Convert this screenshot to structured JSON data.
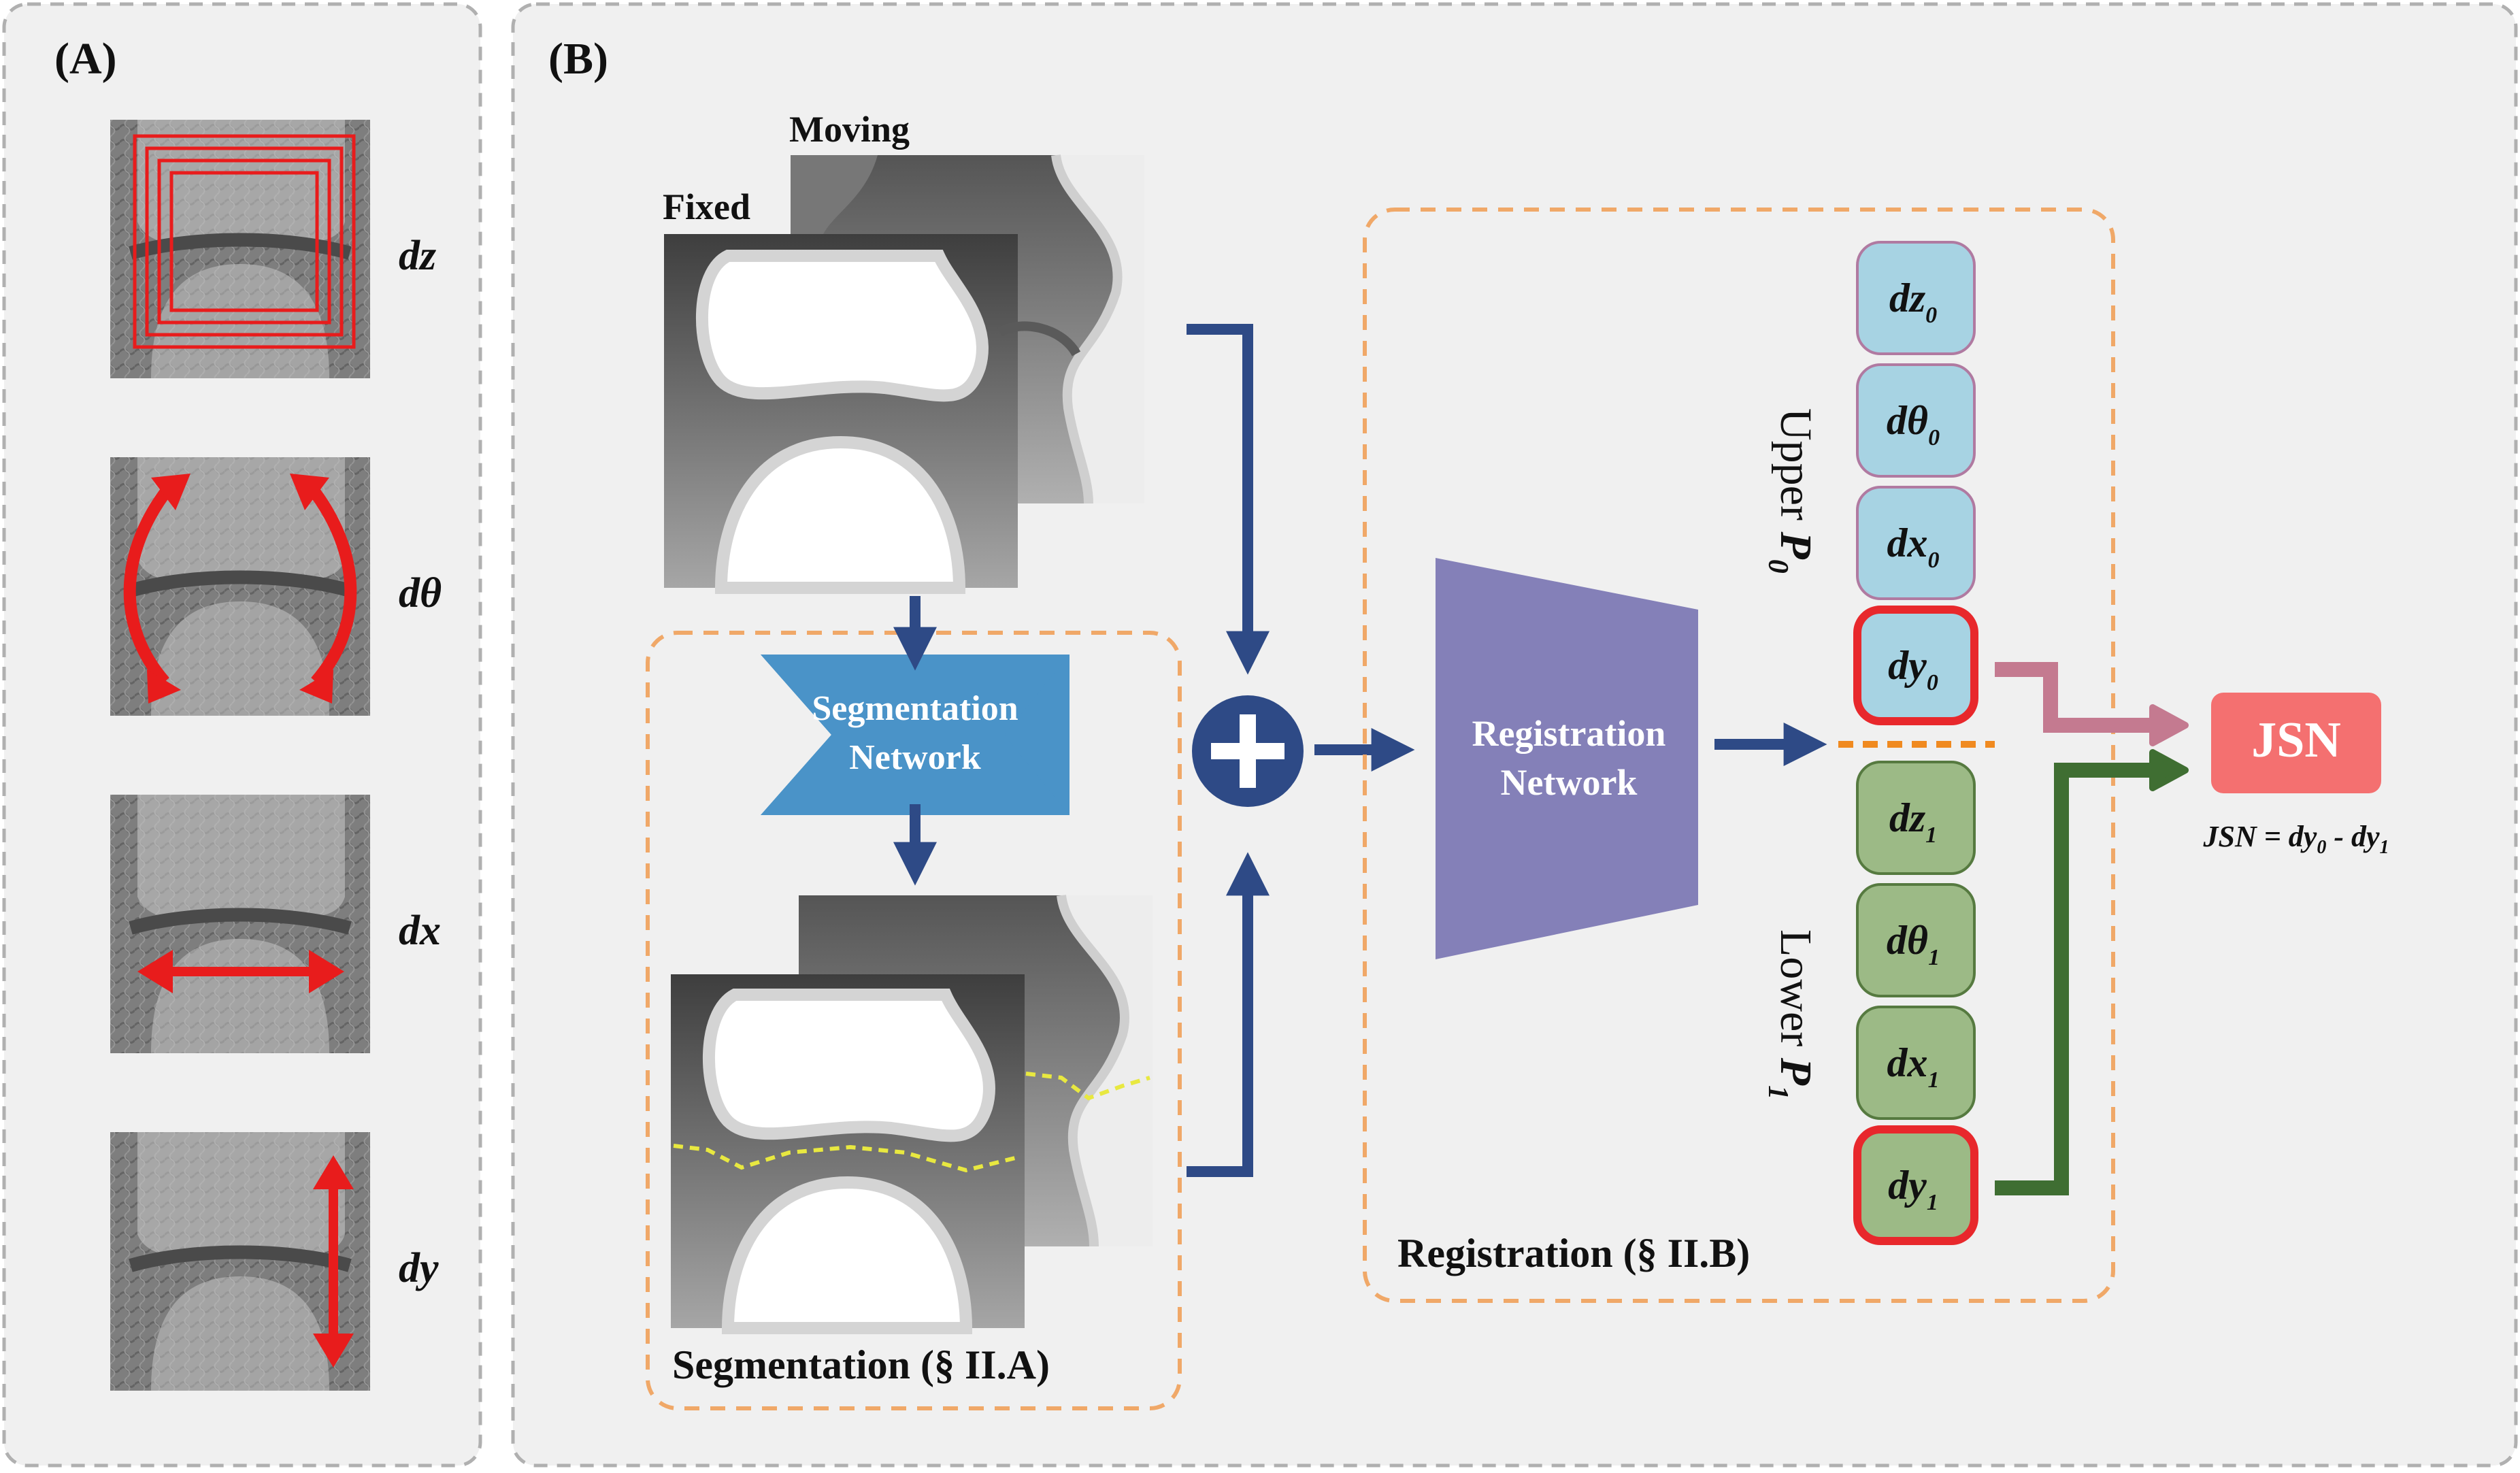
{
  "panel_a": {
    "label": "(A)",
    "params": [
      {
        "label": "dz",
        "icon": "nested-boxes"
      },
      {
        "label": "dθ",
        "icon": "curved-arrows"
      },
      {
        "label": "dx",
        "icon": "horizontal-arrow"
      },
      {
        "label": "dy",
        "icon": "vertical-arrow"
      }
    ]
  },
  "panel_b": {
    "label": "(B)",
    "moving_label": "Moving",
    "fixed_label": "Fixed",
    "segmentation_net": {
      "line1": "Segmentation",
      "line2": "Network"
    },
    "registration_net": {
      "line1": "Registration",
      "line2": "Network"
    },
    "segmentation_caption": "Segmentation (§ II.A)",
    "registration_caption": "Registration  (§ II.B)",
    "upper": {
      "word": "Upper",
      "sym": "P",
      "sub": "0"
    },
    "lower": {
      "word": "Lower",
      "sym": "P",
      "sub": "1"
    },
    "upper_params": [
      {
        "base": "dz",
        "sub": "0"
      },
      {
        "base": "dθ",
        "sub": "0"
      },
      {
        "base": "dx",
        "sub": "0"
      },
      {
        "base": "dy",
        "sub": "0",
        "highlight": true
      }
    ],
    "lower_params": [
      {
        "base": "dz",
        "sub": "1"
      },
      {
        "base": "dθ",
        "sub": "1"
      },
      {
        "base": "dx",
        "sub": "1"
      },
      {
        "base": "dy",
        "sub": "1",
        "highlight": true
      }
    ],
    "jsn": {
      "label": "JSN",
      "formula": {
        "lhs": "JSN = dy",
        "s0": "0",
        "mid": " - dy",
        "s1": "1"
      }
    }
  },
  "colors": {
    "panel_bg": "#f0f0f0",
    "panel_border": "#b0b0b0",
    "arrow_blue": "#2e4a86",
    "orange_dash": "#f0a868",
    "seg_net": "#4a93c8",
    "reg_net": "#8480b8",
    "upper_fill": "#a7d3e3",
    "upper_border": "#b07aa1",
    "lower_fill": "#9cba86",
    "lower_border": "#567a40",
    "highlight_border": "#e8282c",
    "jsn_fill": "#f47070",
    "pink_arrow": "#c47a90",
    "green_arrow": "#3f6e32",
    "red_marker": "#e81c1c",
    "seg_contour": "#e8e840"
  }
}
